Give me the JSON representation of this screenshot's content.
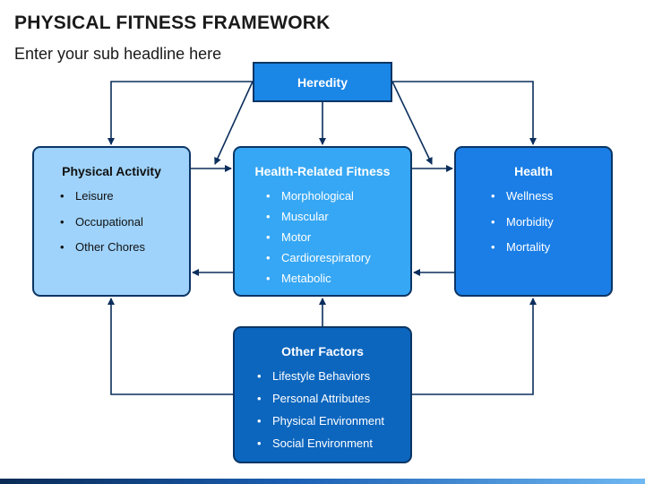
{
  "title": "PHYSICAL FITNESS FRAMEWORK",
  "subtitle": "Enter your sub headline here",
  "heredity": {
    "label": "Heredity"
  },
  "physical_activity": {
    "heading": "Physical Activity",
    "items": [
      "Leisure",
      "Occupational",
      "Other Chores"
    ]
  },
  "health_related_fitness": {
    "heading": "Health-Related Fitness",
    "items": [
      "Morphological",
      "Muscular",
      "Motor",
      "Cardiorespiratory",
      "Metabolic"
    ]
  },
  "health": {
    "heading": "Health",
    "items": [
      "Wellness",
      "Morbidity",
      "Mortality"
    ]
  },
  "other_factors": {
    "heading": "Other Factors",
    "items": [
      "Lifestyle Behaviors",
      "Personal Attributes",
      "Physical Environment",
      "Social Environment"
    ]
  },
  "colors": {
    "arrow": "#0b2e5c",
    "heredity_fill": "#1a86e6",
    "physical_activity_fill": "#9fd3fb",
    "health_related_fitness_fill": "#36a7f4",
    "health_fill": "#1a7ee6",
    "other_factors_fill": "#0c66be",
    "border": "#0b3565"
  }
}
